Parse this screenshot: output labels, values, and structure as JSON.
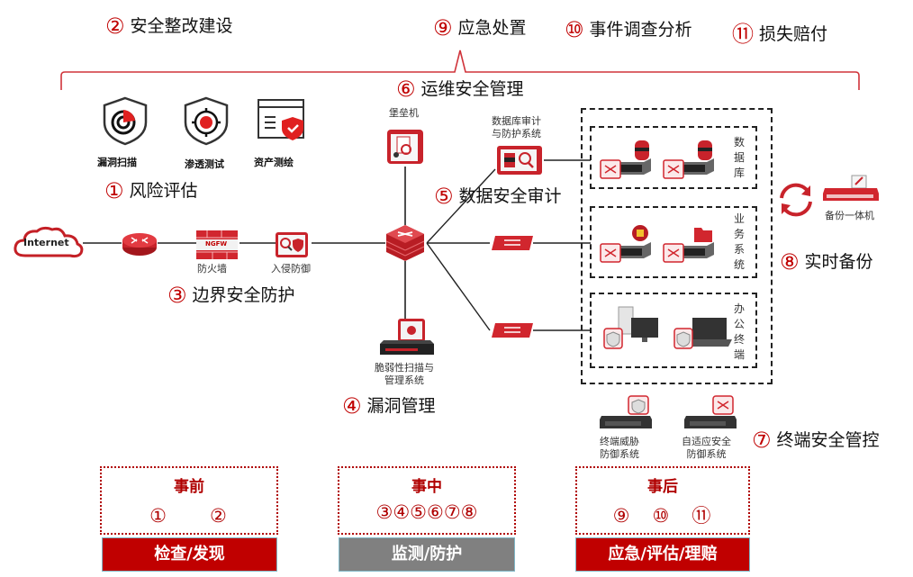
{
  "colors": {
    "accent_red": "#c00000",
    "bracket_red": "#d0333a",
    "gray_bar": "#808080",
    "line": "#222222"
  },
  "top_labels": [
    {
      "num": "②",
      "text": "安全整改建设"
    },
    {
      "num": "⑨",
      "text": "应急处置"
    },
    {
      "num": "⑩",
      "text": "事件调查分析"
    },
    {
      "num": "⑪",
      "text": "损失赔付"
    }
  ],
  "ops_label": {
    "num": "⑥",
    "text": "运维安全管理"
  },
  "risk": {
    "icons": [
      {
        "icon": "vulnerability-scan-icon",
        "label": "漏洞扫描"
      },
      {
        "icon": "penetration-test-icon",
        "label": "渗透测试"
      },
      {
        "icon": "asset-mapping-icon",
        "label": "资产测绘"
      }
    ],
    "title": {
      "num": "①",
      "text": "风险评估"
    }
  },
  "boundary": {
    "internet_label": "Internet",
    "firewall_label": "防火墙",
    "firewall_badge": "NGFW",
    "ips_label": "入侵防御",
    "title": {
      "num": "③",
      "text": "边界安全防护"
    }
  },
  "bastion_label": "堡垒机",
  "db_audit_label": [
    "数据库审计",
    "与防护系统"
  ],
  "data_audit_title": {
    "num": "⑤",
    "text": "数据安全审计"
  },
  "vuln_mgmt": {
    "device_label": [
      "脆弱性扫描与",
      "管理系统"
    ],
    "title": {
      "num": "④",
      "text": "漏洞管理"
    }
  },
  "zones": [
    {
      "label": "数据库"
    },
    {
      "label": "业务系统"
    },
    {
      "label": "办公终端"
    }
  ],
  "backup": {
    "device_label": "备份一体机",
    "title": {
      "num": "⑧",
      "text": "实时备份"
    }
  },
  "endpoint": {
    "devices": [
      {
        "label": [
          "终端威胁",
          "防御系统"
        ]
      },
      {
        "label": [
          "自适应安全",
          "防御系统"
        ]
      }
    ],
    "title": {
      "num": "⑦",
      "text": "终端安全管控"
    }
  },
  "phases": [
    {
      "title": "事前",
      "nums": "①　　②",
      "bar": "检查/发现",
      "bar_color": "#c00000"
    },
    {
      "title": "事中",
      "nums": "③④⑤⑥⑦⑧",
      "bar": "监测/防护",
      "bar_color": "#808080"
    },
    {
      "title": "事后",
      "nums": "⑨　⑩　⑪",
      "bar": "应急/评估/理赔",
      "bar_color": "#c00000"
    }
  ]
}
